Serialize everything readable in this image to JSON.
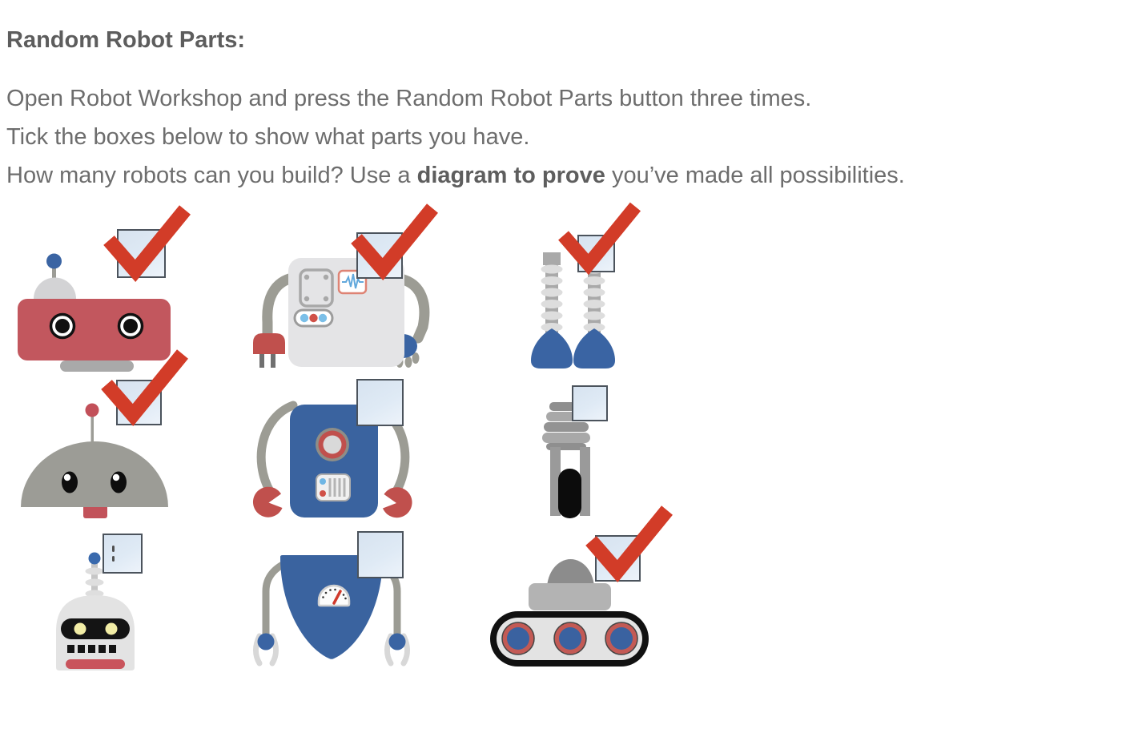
{
  "page": {
    "title": "Random Robot Parts:"
  },
  "instructions": {
    "line1": "Open Robot Workshop and press the Random Robot Parts button three times.",
    "line2": "Tick the boxes below to show what parts you have.",
    "line3_pre": "How many robots can you build? Use a ",
    "line3_bold": "diagram to prove",
    "line3_post": " you’ve made all possibilities."
  },
  "colors": {
    "check-red": "#d23c28",
    "robot-red": "#c2575e",
    "accent-red": "#c0504d",
    "robot-blue": "#3a64a3",
    "body-blue": "#3a639f",
    "light-gray": "#e4e4e6",
    "arm-gray": "#9c9c94",
    "dome-gray": "#9c9c96",
    "metal-gray": "#a9a9a9",
    "checkbox-fill": "#dde8f3",
    "checkbox-border": "#4b535c",
    "text-gray": "#6d6d6d",
    "title-gray": "#5d5d5d"
  },
  "parts": [
    {
      "id": "head-red",
      "label": "Red rectangular robot head",
      "row": 1,
      "col": 1,
      "checked": true
    },
    {
      "id": "body-plug",
      "label": "Grey robot body with plug arm and hand",
      "row": 1,
      "col": 2,
      "checked": true
    },
    {
      "id": "legs-spring",
      "label": "Spring legs with blue feet",
      "row": 1,
      "col": 3,
      "checked": true
    },
    {
      "id": "head-dome",
      "label": "Grey dome robot head",
      "row": 2,
      "col": 1,
      "checked": true
    },
    {
      "id": "body-wrench",
      "label": "Blue robot body with wrench hands",
      "row": 2,
      "col": 2,
      "checked": false
    },
    {
      "id": "leg-wheel",
      "label": "Single wheel leg",
      "row": 2,
      "col": 3,
      "checked": false
    },
    {
      "id": "head-antenna",
      "label": "Grey robot head with coil antenna",
      "row": 3,
      "col": 1,
      "checked": false
    },
    {
      "id": "body-gauge",
      "label": "Blue teardrop robot body with gauge",
      "row": 3,
      "col": 2,
      "checked": false
    },
    {
      "id": "legs-tracks",
      "label": "Caterpillar track legs",
      "row": 3,
      "col": 3,
      "checked": true
    }
  ]
}
